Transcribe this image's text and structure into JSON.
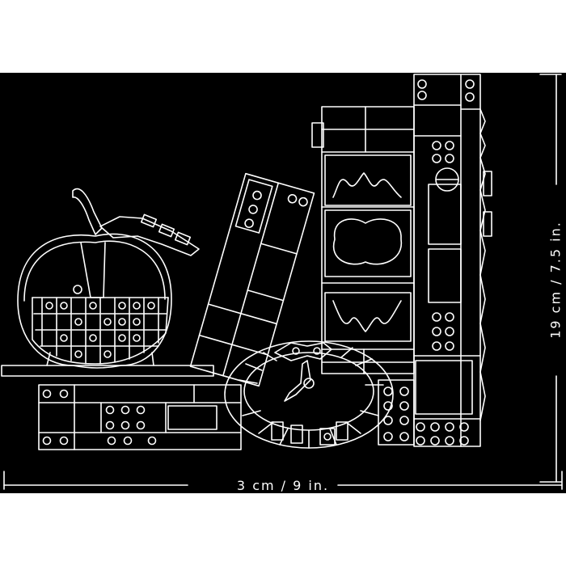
{
  "dimensions": {
    "width_label": "3 cm / 9 in.",
    "height_label": "19 cm / 7.5 in."
  },
  "colors": {
    "background": "#000000",
    "line": "#ffffff",
    "outer": "#ffffff"
  },
  "components": [
    "apple",
    "base-platform",
    "tilted-book",
    "decorated-book",
    "wall-column",
    "mirror-frame"
  ]
}
